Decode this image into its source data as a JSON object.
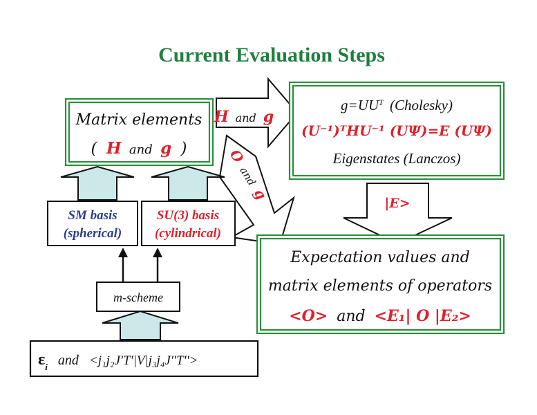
{
  "title": "Current Evaluation Steps",
  "matrix_box": {
    "line1": "Matrix elements",
    "open": "(",
    "H": "H",
    "and": "and",
    "g": "g",
    "close": ")"
  },
  "arrow_right": {
    "H": "H",
    "and": "and",
    "g": "g"
  },
  "arrow_diag": {
    "O": "O",
    "and": "and",
    "g": "g"
  },
  "cholesky_box": {
    "line1": "g=UU",
    "line1_sup": "T",
    "line1_rest": "(Cholesky)",
    "line2": "(U⁻¹)ᵀHU⁻¹ (UΨ)=E (UΨ)",
    "line3": "Eigenstates (Lanczos)"
  },
  "e_arrow_label": "|E>",
  "expect_box": {
    "line1": "Expectation values and",
    "line2": "matrix elements of operators",
    "line3a": "<O>",
    "line3b": "and",
    "line3c": "<E₁| O |E₂>"
  },
  "sm_box": {
    "line1": "SM basis",
    "line2": "(spherical)"
  },
  "su3_box": {
    "line1": "SU(3) basis",
    "line2": "(cylindrical)"
  },
  "mscheme_label": "m-scheme",
  "input_box": {
    "eps": "ε",
    "eps_sub": "i",
    "and": "and",
    "bracket": "<j₁j₂J'T'|V|j₃j₄J''T''>"
  },
  "colors": {
    "title_green": "#1e7f3e",
    "border_green": "#2a8f3a",
    "arrow_fill": "#cce8e8",
    "red": "#e0202a",
    "blue": "#2b3d8f"
  }
}
